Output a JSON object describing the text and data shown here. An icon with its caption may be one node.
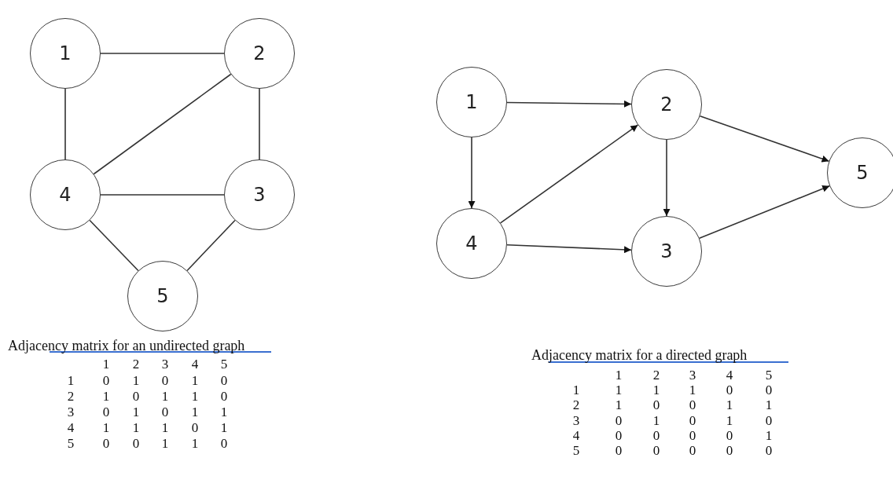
{
  "diagram": {
    "nodes": [
      {
        "text": [
          "1"
        ]
      },
      {
        "text": [
          "2"
        ]
      },
      {
        "text": [
          "4"
        ]
      },
      {
        "text": [
          "3"
        ]
      },
      {
        "text": [
          "5"
        ]
      },
      {
        "text": [
          "1"
        ]
      },
      {
        "text": [
          "2"
        ]
      },
      {
        "text": [
          "5"
        ]
      },
      {
        "text": [
          "4"
        ]
      },
      {
        "text": [
          "3"
        ]
      }
    ],
    "edges": [
      {
        "from": 0,
        "to": 1,
        "arrow": "none"
      },
      {
        "from": 0,
        "to": 2,
        "arrow": "none"
      },
      {
        "from": 1,
        "to": 3,
        "arrow": "none"
      },
      {
        "from": 1,
        "to": 2,
        "arrow": "none"
      },
      {
        "from": 2,
        "to": 3,
        "arrow": "none"
      },
      {
        "from": 2,
        "to": 4,
        "arrow": "none"
      },
      {
        "from": 3,
        "to": 4,
        "arrow": "none"
      },
      {
        "from": 5,
        "to": 6,
        "arrow": "to"
      },
      {
        "from": 5,
        "to": 8,
        "arrow": "to"
      },
      {
        "from": 8,
        "to": 6,
        "arrow": "to"
      },
      {
        "from": 6,
        "to": 9,
        "arrow": "to"
      },
      {
        "from": 6,
        "to": 7,
        "arrow": "to"
      },
      {
        "from": 8,
        "to": 9,
        "arrow": "to"
      },
      {
        "from": 9,
        "to": 7,
        "arrow": "to"
      }
    ],
    "labels": [
      "Adjacency matrix for an undirected graph",
      "1",
      "2",
      "3",
      "4",
      "5",
      "1",
      "0",
      "1",
      "0",
      "1",
      "0",
      "2",
      "1",
      "0",
      "1",
      "1",
      "0",
      "3",
      "0",
      "1",
      "0",
      "1",
      "1",
      "4",
      "1",
      "1",
      "1",
      "0",
      "1",
      "5",
      "0",
      "0",
      "1",
      "1",
      "0",
      "Adjacency matrix for a directed graph",
      "1",
      "2",
      "3",
      "4",
      "5",
      "1",
      "1",
      "1",
      "1",
      "0",
      "0",
      "2",
      "1",
      "0",
      "0",
      "1",
      "1",
      "3",
      "0",
      "1",
      "0",
      "1",
      "0",
      "4",
      "0",
      "0",
      "0",
      "0",
      "1",
      "5",
      "0",
      "0",
      "0",
      "0",
      "0"
    ]
  }
}
